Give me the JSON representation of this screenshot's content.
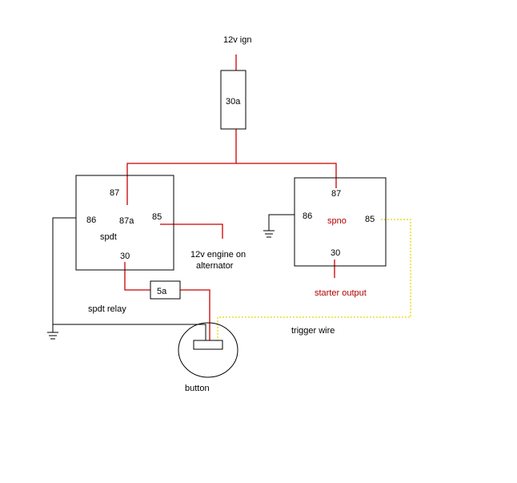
{
  "colors": {
    "wire_power": "#cc0000",
    "wire_ground": "#000000",
    "wire_trigger": "#e8d800",
    "text_highlight": "#b00000"
  },
  "labels": {
    "supply": "12v ign",
    "fuse_main": "30a",
    "fuse_small": "5a",
    "spdt_87": "87",
    "spdt_86": "86",
    "spdt_87a": "87a",
    "spdt_85": "85",
    "spdt_name": "spdt",
    "spdt_30": "30",
    "spno_87": "87",
    "spno_86": "86",
    "spno_name": "spno",
    "spno_85": "85",
    "spno_30": "30",
    "engine_line1": "12v engine on",
    "engine_line2": "alternator",
    "starter_output": "starter output",
    "spdt_relay": "spdt relay",
    "trigger_wire": "trigger wire",
    "button": "button"
  },
  "icons": [
    "ground-symbol-icon",
    "ground-symbol-icon"
  ]
}
